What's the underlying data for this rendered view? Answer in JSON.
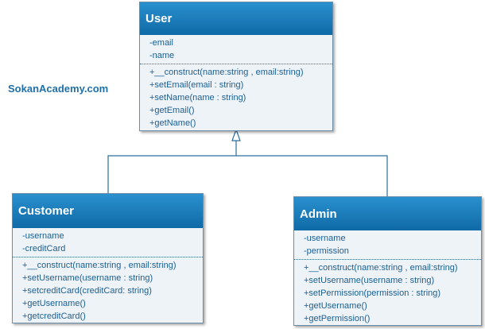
{
  "watermark": "SokanAcademy.com",
  "classes": {
    "user": {
      "name": "User",
      "attributes": [
        "-email",
        "-name"
      ],
      "operations": [
        "+__construct(name:string , email:string)",
        "+setEmail(email : string)",
        "+setName(name : string)",
        "+getEmail()",
        "+getName()"
      ]
    },
    "customer": {
      "name": "Customer",
      "attributes": [
        "-username",
        "-creditCard"
      ],
      "operations": [
        "+__construct(name:string , email:string)",
        "+setUsername(username : string)",
        "+setcreditCard(creditCard: string)",
        "+getUsername()",
        "+getcreditCard()"
      ]
    },
    "admin": {
      "name": "Admin",
      "attributes": [
        "-username",
        "-permission"
      ],
      "operations": [
        "+__construct(name:string , email:string)",
        "+setUsername(username : string)",
        "+setPermission(permission : string)",
        "+getUsername()",
        "+getPermission()"
      ]
    }
  },
  "relations": [
    {
      "type": "generalization",
      "parent": "User",
      "children": [
        "Customer",
        "Admin"
      ]
    }
  ],
  "colors": {
    "header": "#1a7dbd",
    "text": "#1a5f93",
    "body": "#eef3f8"
  }
}
